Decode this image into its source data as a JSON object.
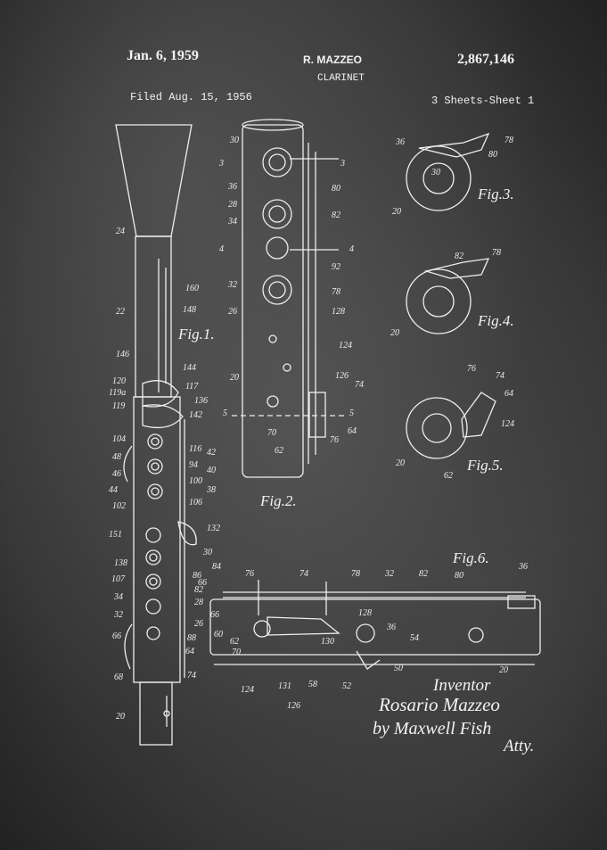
{
  "header": {
    "date": "Jan. 6, 1959",
    "inventor": "R. MAZZEO",
    "title": "CLARINET",
    "patent_number": "2,867,146",
    "filed": "Filed Aug. 15, 1956",
    "sheets": "3 Sheets-Sheet 1"
  },
  "figures": {
    "fig1": "Fig.1.",
    "fig2": "Fig.2.",
    "fig3": "Fig.3.",
    "fig4": "Fig.4.",
    "fig5": "Fig.5.",
    "fig6": "Fig.6."
  },
  "signature": {
    "inventor_word": "Inventor",
    "name": "Rosario Mazzeo",
    "by": "by Maxwell Fish",
    "atty": "Atty."
  },
  "colors": {
    "ink": "#f2f2f2",
    "background": "#3a3a3a"
  }
}
